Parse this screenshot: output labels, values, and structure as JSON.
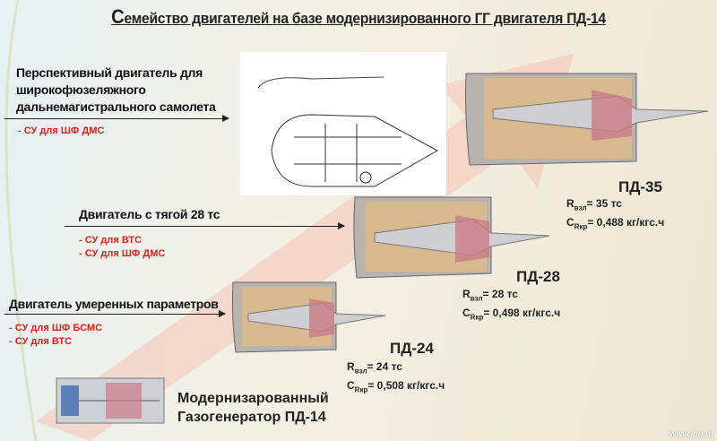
{
  "title": {
    "first_letter": "С",
    "rest": "емейство двигателей  на базе модернизированного ГГ двигателя ПД-14"
  },
  "rows": [
    {
      "lines": [
        "Перспективный двигатель для",
        "широкофюзеляжного",
        "дальнемагистрального самолета"
      ],
      "uses": [
        "- СУ для ШФ ДМС"
      ]
    },
    {
      "lines": [
        "Двигатель с тягой 28 тс"
      ],
      "uses": [
        "- СУ для ВТС",
        "- СУ для ШФ ДМС"
      ]
    },
    {
      "lines": [
        "Двигатель умеренных параметров"
      ],
      "uses": [
        "- СУ для ШФ БСМС",
        "- СУ для ВТС"
      ]
    }
  ],
  "engines": [
    {
      "name": "ПД-35",
      "r_label": "R",
      "r_sub": "взл",
      "r_value": "= 35 тс",
      "c_label": "C",
      "c_sub": "Rкр",
      "c_value": "= 0,488  кг/кгс.ч"
    },
    {
      "name": "ПД-28",
      "r_label": "R",
      "r_sub": "взл",
      "r_value": "= 28 тс",
      "c_label": "C",
      "c_sub": "Rкр",
      "c_value": "= 0,498  кг/кгс.ч"
    },
    {
      "name": "ПД-24",
      "r_label": "R",
      "r_sub": "взл",
      "r_value": "= 24 тс",
      "c_label": "C",
      "c_sub": "Rкр",
      "c_value": "= 0,508  кг/кгс.ч"
    }
  ],
  "gas_generator": {
    "line1": "Модернизарованный",
    "line2": "Газогенератор ПД-14"
  },
  "watermark": "www.jpg.ru",
  "colors": {
    "red": "#e0201a",
    "arrow_bg": "#f2b8a8"
  }
}
